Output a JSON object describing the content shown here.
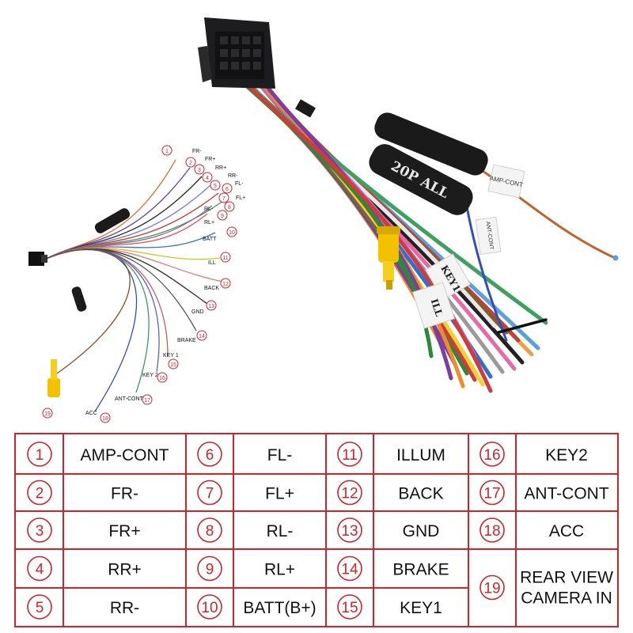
{
  "theme": {
    "accent": "#d2232a",
    "text": "#111111",
    "background": "#ffffff"
  },
  "photo": {
    "module_label": "20P ALL",
    "tag_amp": "AMP-CONT",
    "tag_ant": "ANT-CONT",
    "tag_key1": "KEY1",
    "tag_ill": "ILL"
  },
  "sketch": {
    "labels": [
      {
        "num": "1",
        "text": "FR-"
      },
      {
        "num": "2",
        "text": "FR+"
      },
      {
        "num": "3",
        "text": "RR+"
      },
      {
        "num": "4",
        "text": "RR-"
      },
      {
        "num": "5",
        "text": "FL-"
      },
      {
        "num": "6",
        "text": ""
      },
      {
        "num": "7",
        "text": "FL+"
      },
      {
        "num": "8",
        "text": "RL-"
      },
      {
        "num": "9",
        "text": "RL+"
      },
      {
        "num": "10",
        "text": "BATT"
      },
      {
        "num": "11",
        "text": "ILL"
      },
      {
        "num": "12",
        "text": "BACK"
      },
      {
        "num": "13",
        "text": "GND"
      },
      {
        "num": "14",
        "text": "BRAKE"
      },
      {
        "num": "15",
        "text": "KEY 1"
      },
      {
        "num": "16",
        "text": "KEY 2"
      },
      {
        "num": "17",
        "text": "ANT-CONT"
      },
      {
        "num": "18",
        "text": "ACC"
      },
      {
        "num": "19",
        "text": ""
      }
    ]
  },
  "legend": {
    "rows": [
      [
        {
          "num": "1",
          "label": "AMP-CONT"
        },
        {
          "num": "6",
          "label": "FL-"
        },
        {
          "num": "11",
          "label": "ILLUM"
        },
        {
          "num": "16",
          "label": "KEY2"
        }
      ],
      [
        {
          "num": "2",
          "label": "FR-"
        },
        {
          "num": "7",
          "label": "FL+"
        },
        {
          "num": "12",
          "label": "BACK"
        },
        {
          "num": "17",
          "label": "ANT-CONT"
        }
      ],
      [
        {
          "num": "3",
          "label": "FR+"
        },
        {
          "num": "8",
          "label": "RL-"
        },
        {
          "num": "13",
          "label": "GND"
        },
        {
          "num": "18",
          "label": "ACC"
        }
      ],
      [
        {
          "num": "4",
          "label": "RR+"
        },
        {
          "num": "9",
          "label": "RL+"
        },
        {
          "num": "14",
          "label": "BRAKE"
        },
        {
          "num": "19",
          "label": "REAR VIEW CAMERA IN"
        }
      ],
      [
        {
          "num": "5",
          "label": "RR-"
        },
        {
          "num": "10",
          "label": "BATT(B+)"
        },
        {
          "num": "15",
          "label": "KEY1"
        },
        null
      ]
    ],
    "label_lines": {
      "19": [
        "REAR VIEW",
        "CAMERA IN"
      ]
    }
  }
}
